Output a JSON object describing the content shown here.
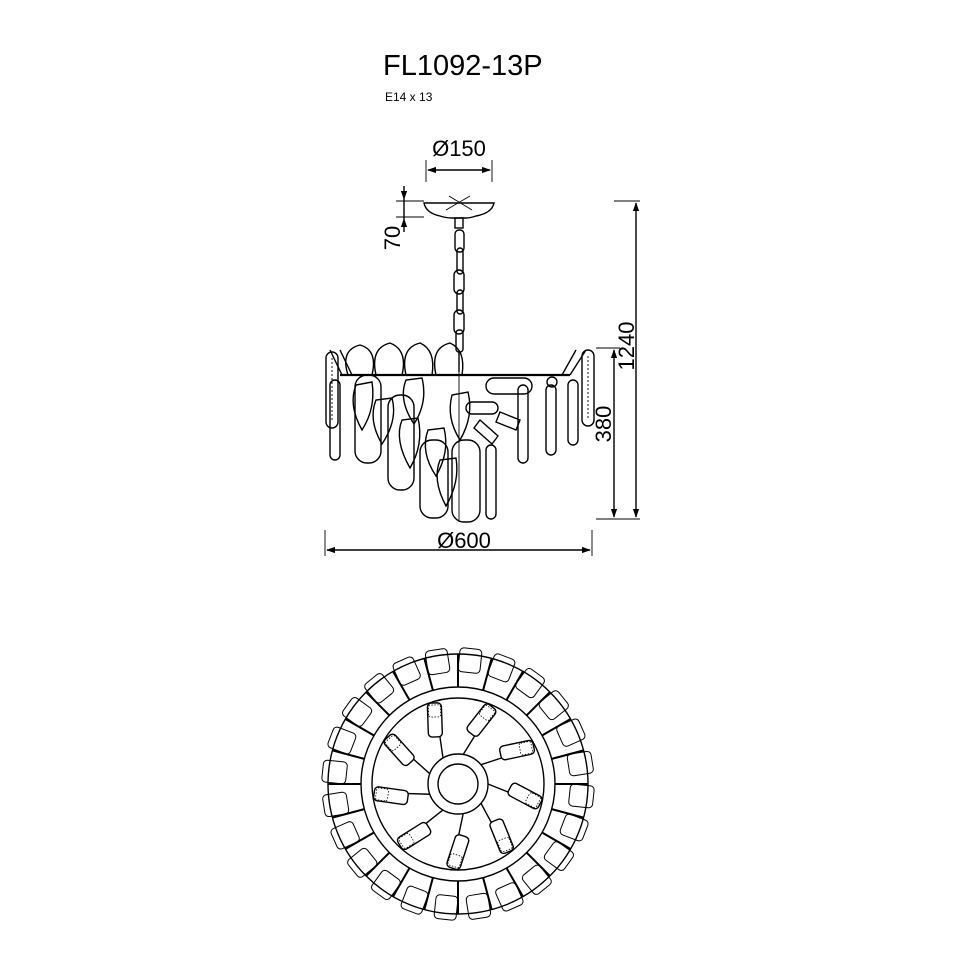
{
  "drawing": {
    "model": "FL1092-13P",
    "lamps": "E14 x 13",
    "dimensions": {
      "canopy_diameter": "Ø150",
      "canopy_height": "70",
      "overall_height": "1240",
      "body_height": "380",
      "body_diameter": "Ø600"
    }
  }
}
